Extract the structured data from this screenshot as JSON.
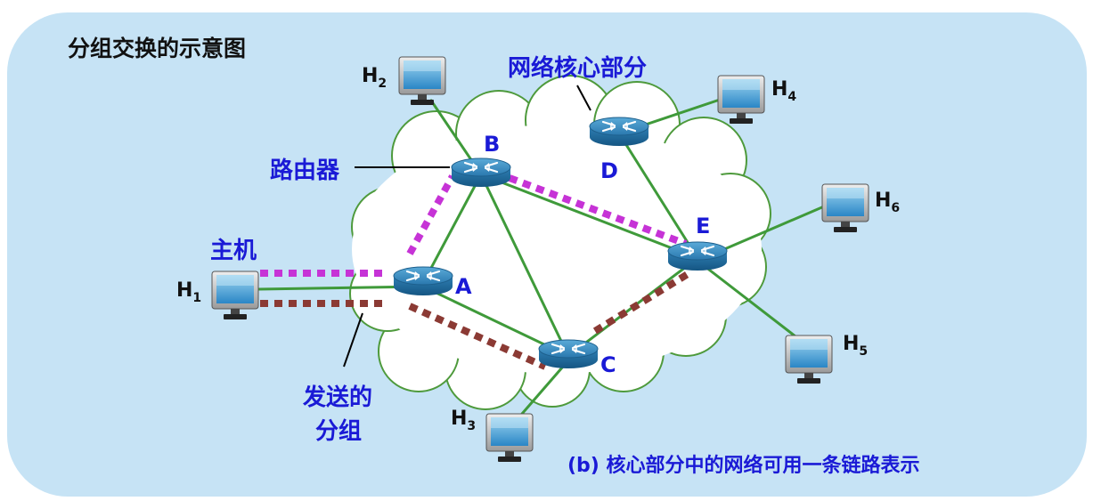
{
  "title": "分组交换的示意图",
  "network_core_label": "网络核心部分",
  "router_label": "路由器",
  "host_label": "主机",
  "packets_label_line1": "发送的",
  "packets_label_line2": "分组",
  "caption": "(b) 核心部分中的网络可用一条链路表示",
  "routers": [
    {
      "id": "A",
      "label": "A"
    },
    {
      "id": "B",
      "label": "B"
    },
    {
      "id": "C",
      "label": "C"
    },
    {
      "id": "D",
      "label": "D"
    },
    {
      "id": "E",
      "label": "E"
    }
  ],
  "hosts": [
    {
      "id": "H1",
      "letter": "H",
      "sub": "1"
    },
    {
      "id": "H2",
      "letter": "H",
      "sub": "2"
    },
    {
      "id": "H3",
      "letter": "H",
      "sub": "3"
    },
    {
      "id": "H4",
      "letter": "H",
      "sub": "4"
    },
    {
      "id": "H5",
      "letter": "H",
      "sub": "5"
    },
    {
      "id": "H6",
      "letter": "H",
      "sub": "6"
    }
  ],
  "colors": {
    "panel_bg": "#c6e3f5",
    "link": "#3f9a3a",
    "label_blue": "#1a1ad6",
    "path_magenta": "#c633d6",
    "path_brown": "#8b3a34",
    "cloud_fill": "#ffffff",
    "cloud_stroke": "#4e9a3c"
  }
}
